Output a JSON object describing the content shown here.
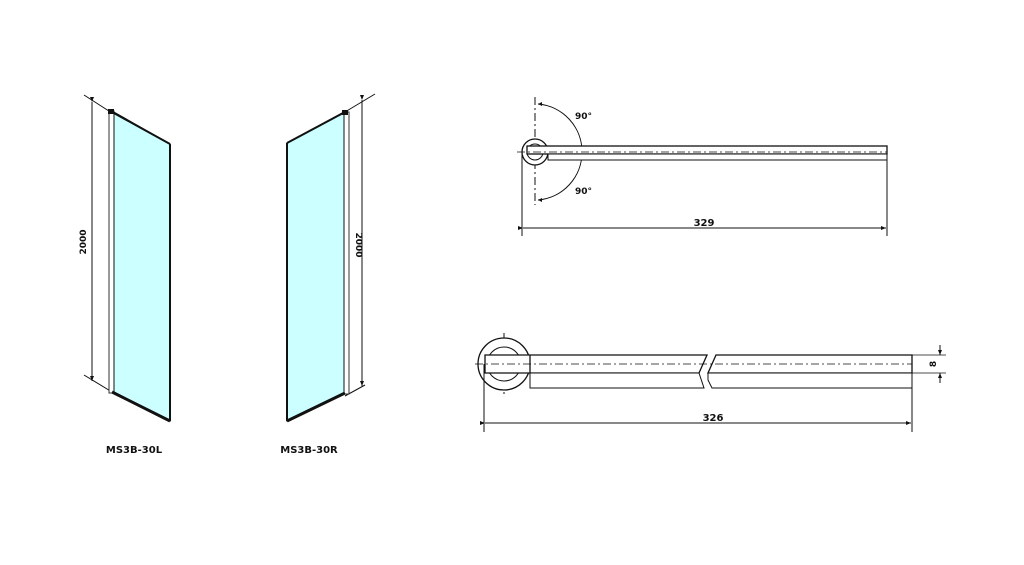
{
  "drawing": {
    "glass_color": "#ccffff",
    "line_color": "#111111",
    "left_panel": {
      "model": "MS3B-30L",
      "height_dim": "2000"
    },
    "right_panel": {
      "model": "MS3B-30R",
      "height_dim": "2000"
    },
    "top_view": {
      "angle_top": "90°",
      "angle_bottom": "90°",
      "length_dim": "329"
    },
    "bottom_view": {
      "length_dim": "326",
      "thickness_dim": "8"
    }
  }
}
